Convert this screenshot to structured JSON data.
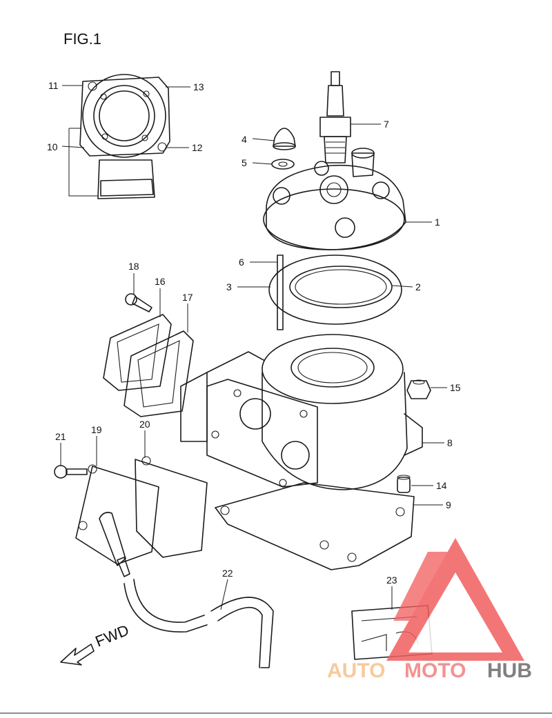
{
  "figure": {
    "title": "FIG.1"
  },
  "direction": {
    "label": "FWD"
  },
  "watermark": {
    "parts": [
      "AUTO",
      "MOTO",
      "HUB"
    ],
    "colors": {
      "auto": "#f7c08a",
      "moto": "#f08080",
      "hub": "#6b6b6b",
      "triangle": "#f25f5f"
    }
  },
  "callouts": [
    "1",
    "2",
    "3",
    "4",
    "5",
    "6",
    "7",
    "8",
    "9",
    "10",
    "11",
    "12",
    "13",
    "14",
    "15",
    "16",
    "17",
    "18",
    "19",
    "20",
    "21",
    "22",
    "23"
  ]
}
